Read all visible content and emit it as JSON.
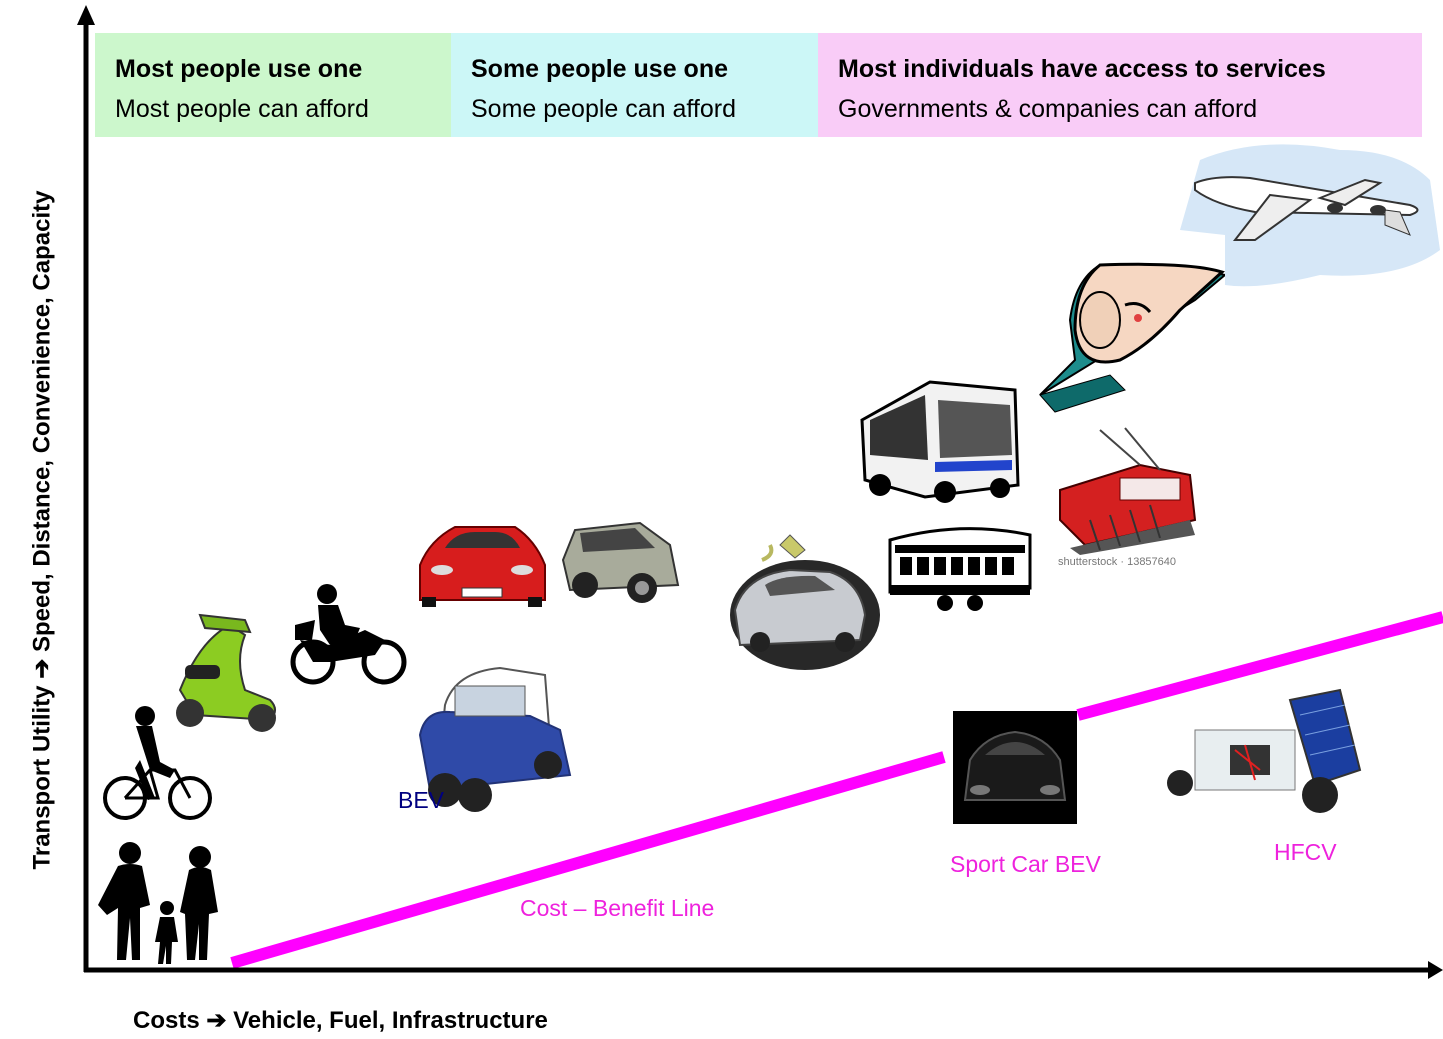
{
  "header_bands": [
    {
      "title": "Most people use one",
      "subtitle": "Most people can afford",
      "color": "#ccf7cc"
    },
    {
      "title": "Some people use one",
      "subtitle": "Some people can afford",
      "color": "#ccf7f7"
    },
    {
      "title": "Most individuals have access to services",
      "subtitle": "Governments & companies can afford",
      "color": "#f9ccf7"
    }
  ],
  "axes": {
    "y_label": "Transport Utility ➔ Speed, Distance, Convenience, Capacity",
    "x_label": "Costs ➔ Vehicle, Fuel, Infrastructure"
  },
  "labels": {
    "cost_benefit_line": "Cost – Benefit Line",
    "bev": "BEV",
    "sport_car_bev": "Sport Car BEV",
    "hfcv": "HFCV",
    "watermark": "shutterstock · 13857640"
  },
  "icons": [
    "walking-family-icon",
    "bicycle-rider-icon",
    "scooter-icon",
    "motorcycle-icon",
    "bev-cart-icon",
    "red-car-icon",
    "suv-icon",
    "plugin-hybrid-car-icon",
    "bus-icon",
    "trolley-icon",
    "bullet-train-icon",
    "tram-icon",
    "airplane-icon",
    "sport-car-icon",
    "hfcv-icon"
  ],
  "colors": {
    "cost_line": "#ff00ff",
    "axis": "#000000",
    "label_magenta": "#ee22dd",
    "label_navy": "#000080"
  }
}
